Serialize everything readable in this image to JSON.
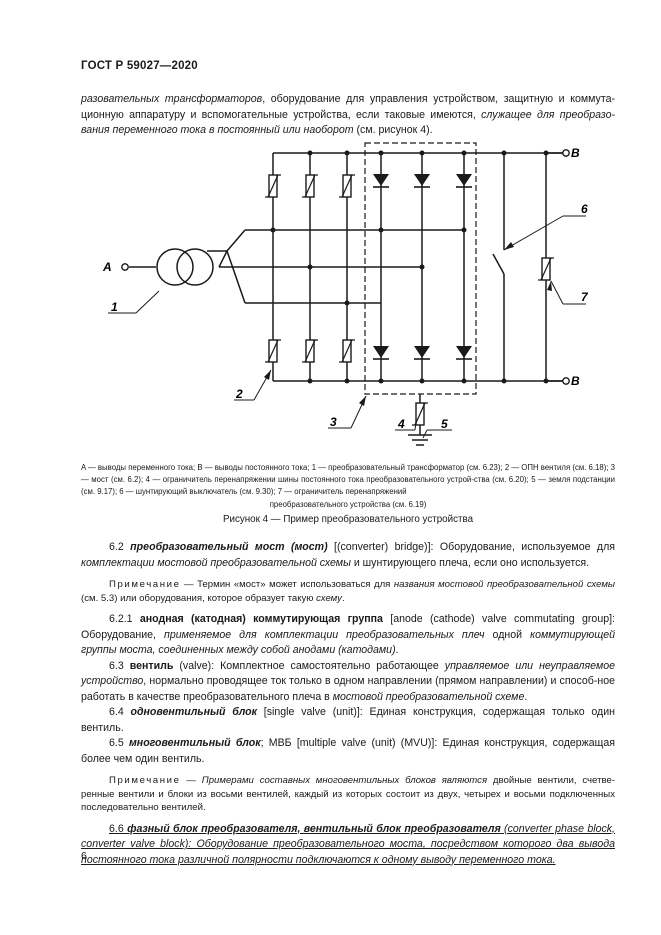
{
  "header": {
    "standard": "ГОСТ Р 59027—2020"
  },
  "intro": {
    "t1": "разовательных трансформаторов",
    "t2": ", оборудование для управления устройством, защитную и коммута-ционную аппаратуру и вспомогательные устройства, если таковые имеются, ",
    "t3": "служащее для преобразо-вания переменного тока в постоянный или наоборот",
    "t4": " (см. рисунок 4)."
  },
  "figure": {
    "labels": {
      "A": "A",
      "B_top": "B",
      "B_bottom": "B",
      "n1": "1",
      "n2": "2",
      "n3": "3",
      "n4": "4",
      "n5": "5",
      "n6": "6",
      "n7": "7"
    },
    "legend": "A — выводы переменного тока; B — выводы постоянного тока; 1 — преобразовательный трансформатор (см. 6.23); 2 — ОПН вентиля (см. 6.18); 3 — мост (см. 6.2); 4 — ограничитель перенапряжении шины постоянного тока преобразовательного устрой-ства (см. 6.20); 5 — земля подстанции (см. 9.17); 6 — шунтирующий выключатель (см. 9.30); 7 — ограничитель перенапряжений",
    "legend_last": "преобразовательного устройства (см. 6.19)",
    "caption": "Рисунок 4 — Пример преобразовательного устройства"
  },
  "sections": {
    "s62_num": "6.2 ",
    "s62_term": "преобразовательный мост (мост)",
    "s62_t1": " [(converter) bridge)]: Оборудование, используемое для ",
    "s62_t2": "комплектации мостовой преобразовательной схемы",
    "s62_t3": " и шунтирующего плеча, если оно используется.",
    "note1_label": "Примечание",
    "note1_t1": " — Термин «мост» может использоваться для ",
    "note1_t2": "названия мостовой преобразовательной схемы",
    "note1_t3": " (см. 5.3) или оборудования, которое образует такую ",
    "note1_t4": "схему",
    "note1_t5": ".",
    "s621_num": "6.2.1 ",
    "s621_term": "анодная (катодная) коммутирующая группа",
    "s621_t1": " [anode (cathode) valve commutating group]: Оборудование, ",
    "s621_t2": "применяемое для комплектации преобразовательных плеч",
    "s621_t3": " одной ",
    "s621_t4": "коммутирующей группы моста, соединенных между собой анодами (катодами)",
    "s621_t5": ".",
    "s63_num": "6.3 ",
    "s63_term": "вентиль",
    "s63_t1": " (valve): Комплектное самостоятельно работающее ",
    "s63_t2": "управляемое или неуправляемое устройство",
    "s63_t3": ", нормально проводящее ток только в одном направлении (прямом направлении) и способ-ное работать в качестве преобразовательного плеча в ",
    "s63_t4": "мостовой преобразовательной схеме",
    "s63_t5": ".",
    "s64_num": "6.4 ",
    "s64_term": "одновентильный блок",
    "s64_t1": " [single valve (unit)]: Единая конструкция, содержащая только один вентиль.",
    "s65_num": "6.5 ",
    "s65_term": "многовентильный блок",
    "s65_t1": "; МВБ [multiple valve (unit) (MVU)]: Единая конструкция, содержащая более чем один вентиль.",
    "note2_label": "Примечание",
    "note2_t1": " — ",
    "note2_t2": "Примерами составных многовентильных блоков являются",
    "note2_t3": " двойные вентили, счетве-ренные вентили и блоки из восьми вентилей, каждый из которых состоит из двух, четырех и восьми подключенных последовательно вентилей.",
    "s66_num": "6.6 ",
    "s66_term": "фазный блок преобразователя, вентильный блок преобразователя",
    "s66_t1": " (converter phase block, converter valve block): Оборудование преобразовательного моста, посредством которого два вывода постоянного тока различной полярности подключаются к одному выводу переменного тока."
  },
  "page_number": "6"
}
